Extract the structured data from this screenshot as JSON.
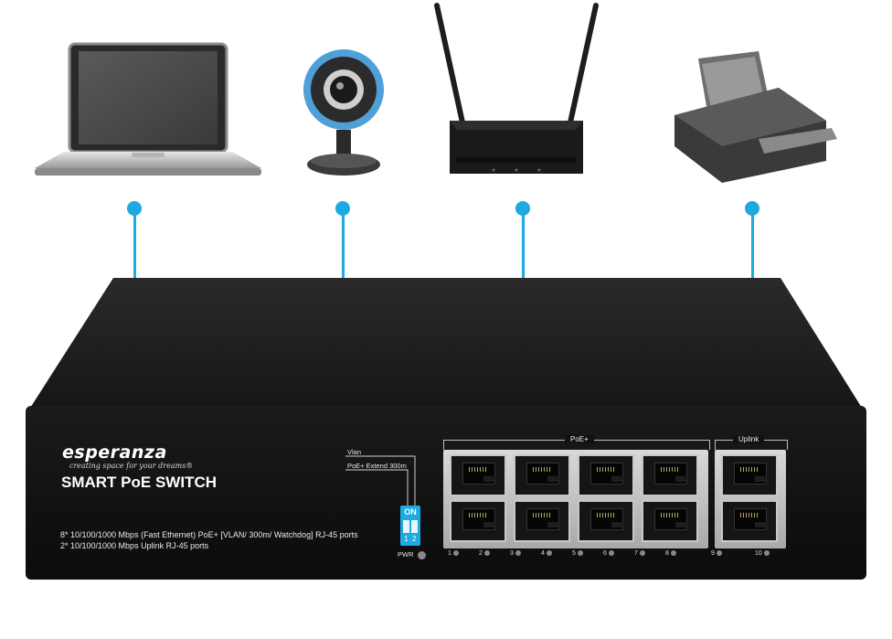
{
  "devices": [
    {
      "name": "laptop",
      "icon": "laptop-icon"
    },
    {
      "name": "webcam",
      "icon": "webcam-icon"
    },
    {
      "name": "router",
      "icon": "router-icon"
    },
    {
      "name": "printer",
      "icon": "printer-icon"
    }
  ],
  "colors": {
    "accent": "#1ea9e1",
    "body": "#111111",
    "panel_text": "#ffffff"
  },
  "switch": {
    "brand": "esperanza",
    "tagline": "creating space for your dreams®",
    "title": "SMART PoE SWITCH",
    "spec_line1": "8* 10/100/1000 Mbps (Fast Ethernet) PoE+ [VLAN/ 300m/ Watchdog] RJ-45 ports",
    "spec_line2": "2* 10/100/1000 Mbps Uplink RJ-45 ports",
    "vlan_label": "Vlan",
    "extend_label": "PoE+ Extend 300m",
    "dip_on": "ON",
    "dip_1": "1",
    "dip_2": "2",
    "pwr_label": "PWR",
    "poe_group_label": "PoE+",
    "uplink_group_label": "Uplink",
    "port_numbers": [
      "1",
      "2",
      "3",
      "4",
      "5",
      "6",
      "7",
      "8",
      "9",
      "10"
    ]
  }
}
